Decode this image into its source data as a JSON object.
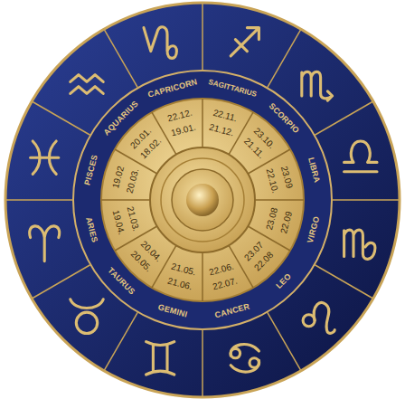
{
  "diagram": {
    "labels": [
      "CAPRICORN",
      "22.12.",
      "19.01.",
      "SAGITTARIUS",
      "22.11.",
      "21.12.",
      "SCORPIO",
      "23.10.",
      "21.11.",
      "LIBRA",
      "23.09",
      "22.10.",
      "VIRGO",
      "23.08",
      "22.09",
      "LEO",
      "23.07",
      "22.08",
      "CANCER",
      "22.06.",
      "22.07.",
      "GEMINI",
      "21.05.",
      "21.06.",
      "TAURUS",
      "20.04.",
      "20.05.",
      "ARIES",
      "21.03.",
      "19.04.",
      "PISCES",
      "19.02",
      "20.03.",
      "AQUARIUS",
      "20.01.",
      "18.02."
    ]
  }
}
